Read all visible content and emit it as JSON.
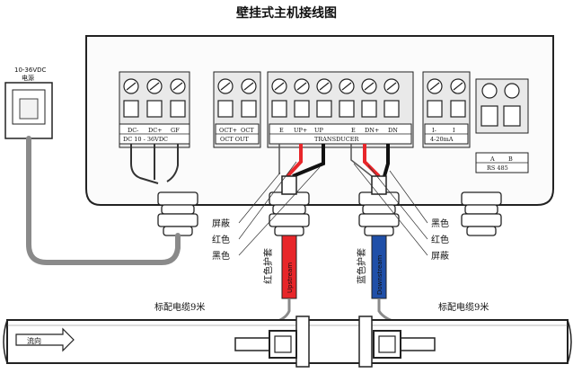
{
  "title": "壁挂式主机接线图",
  "power": {
    "voltage": "10-36VDC",
    "name": "电源"
  },
  "terminal_groups": {
    "dc": {
      "top": [
        "DC-",
        "DC+",
        "GF"
      ],
      "bottom": "DC 10 - 36VDC"
    },
    "oct": {
      "top": [
        "OCT+",
        "OCT"
      ],
      "bottom": "OCT OUT"
    },
    "transducer": {
      "top": [
        "E",
        "UP+",
        "UP",
        "E",
        "DN+",
        "DN"
      ],
      "bottom": "TRANSDUCER"
    },
    "current": {
      "top": [
        "I-",
        "I"
      ],
      "bottom": "4-20mA"
    },
    "rs485": {
      "top": [
        "A",
        "B"
      ],
      "bottom": "RS 485"
    }
  },
  "labels": {
    "left_wires": [
      "屏蔽",
      "红色",
      "黑色"
    ],
    "right_wires": [
      "黑色",
      "红色",
      "屏蔽"
    ],
    "red_sleeve": "红色护套",
    "red_sleeve_text": "Upstream",
    "blue_sleeve": "蓝色护套",
    "blue_sleeve_text": "Downstream",
    "cable_left": "标配电缆9米",
    "cable_right": "标配电缆9米",
    "flow": "流向"
  },
  "colors": {
    "red": "#e8262a",
    "blue": "#1f4fa8",
    "gray": "#8a8a8a",
    "line": "#222222"
  }
}
